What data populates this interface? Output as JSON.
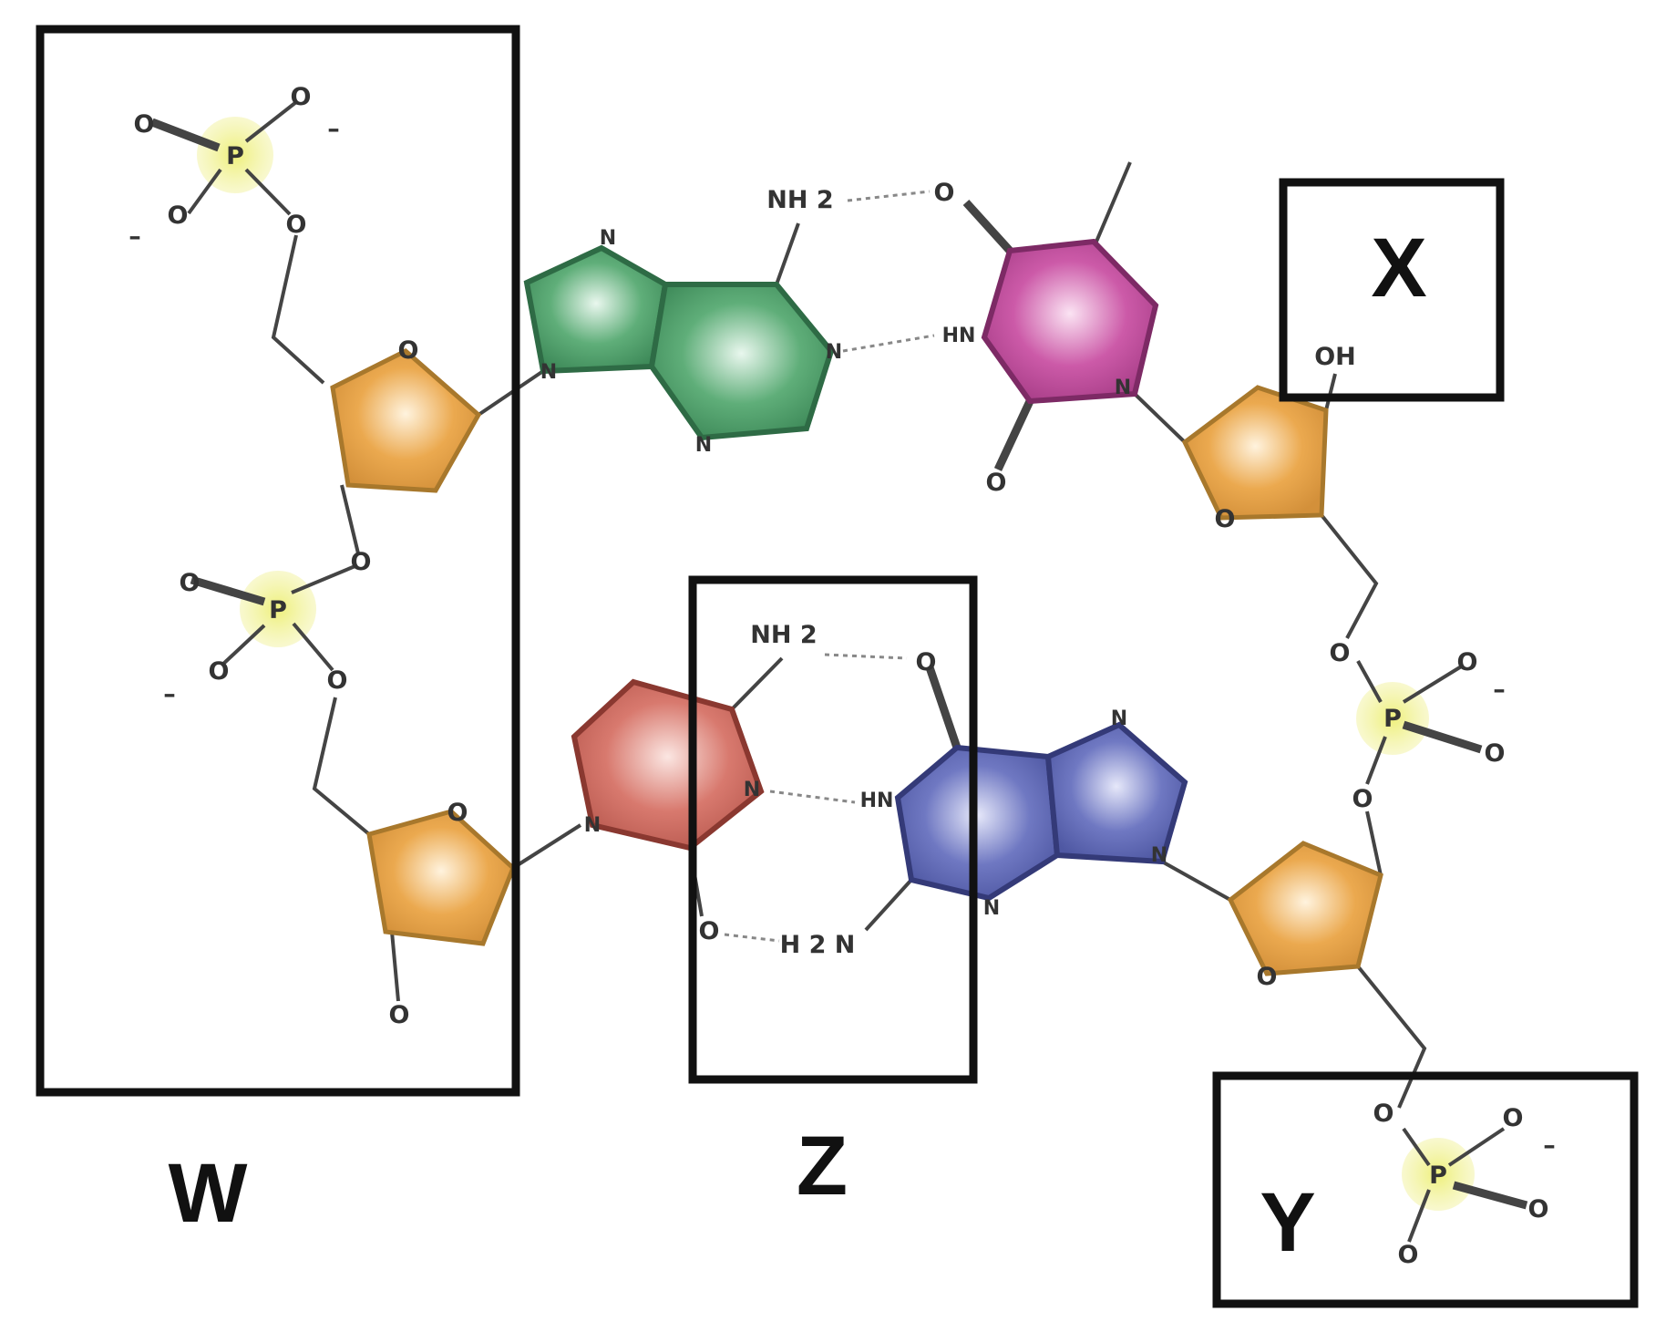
{
  "colors": {
    "sugar": "#eba94f",
    "sugar_edge": "#a8782c",
    "adenine": "#5fae79",
    "adenine_edge": "#2e6b45",
    "thymine": "#cc5aa8",
    "thymine_edge": "#7d2a65",
    "cytosine": "#d8796e",
    "cytosine_edge": "#8a3830",
    "guanine": "#6f78c2",
    "guanine_edge": "#343a78",
    "phosphate_glow": "#eef07a",
    "bond": "#444444",
    "box": "#111111"
  },
  "labels": {
    "w": "W",
    "x": "X",
    "y": "Y",
    "z": "Z"
  },
  "atoms": {
    "p": "P",
    "o": "O",
    "n": "N",
    "oh": "OH",
    "hn": "HN",
    "nh2_a": "NH 2",
    "nh2_c": "NH 2",
    "h2n": "H 2 N",
    "minus": "–"
  }
}
